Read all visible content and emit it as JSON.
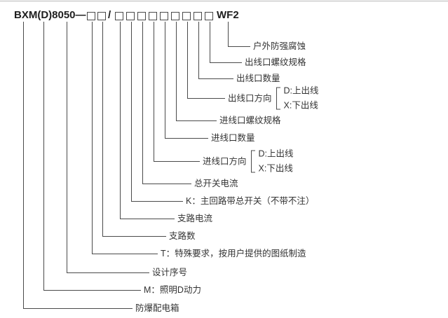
{
  "page": {
    "background": "#ffffff",
    "line_color": "#4a4a4a",
    "text_color": "#333333"
  },
  "code": {
    "prefix": "BXM(D)8050—",
    "boxes_before_slash": 2,
    "slash": "/",
    "boxes_after_slash": 9,
    "suffix": "WF2"
  },
  "rows": [
    {
      "label": "户外防强腐蚀"
    },
    {
      "label": "出线口螺纹规格"
    },
    {
      "label": "出线口数量"
    },
    {
      "label": "出线口方向",
      "options": [
        "D:上出线",
        "X:下出线"
      ]
    },
    {
      "label": "进线口螺纹规格"
    },
    {
      "label": "进线口数量"
    },
    {
      "label": "进线口方向",
      "options": [
        "D:上出线",
        "X:下出线"
      ]
    },
    {
      "label": "总开关电流"
    },
    {
      "label": "K：主回路带总开关（不带不注）"
    },
    {
      "label": "支路电流"
    },
    {
      "label": "支路数"
    },
    {
      "label": "T：特殊要求，按用户提供的图纸制造"
    },
    {
      "label": "设计序号"
    },
    {
      "label": "M：照明D动力"
    },
    {
      "label": "防爆配电箱"
    }
  ]
}
